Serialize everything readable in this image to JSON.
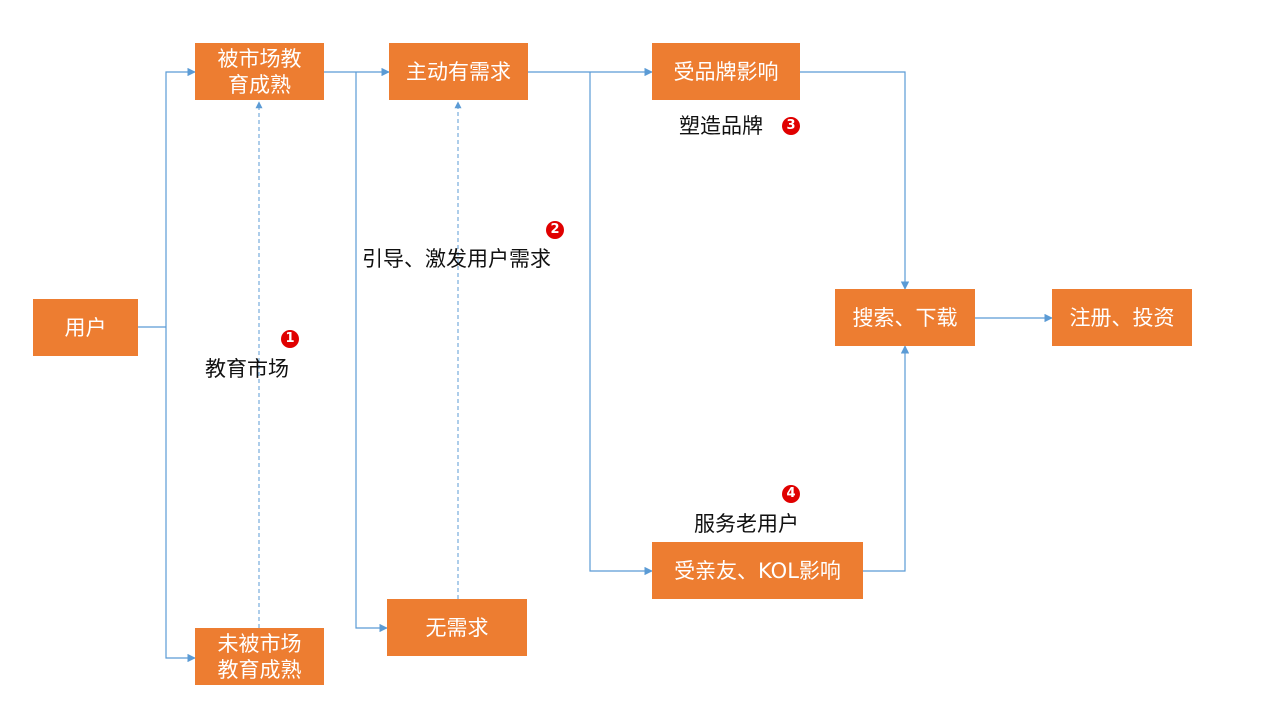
{
  "colors": {
    "node_fill": "#ED7D31",
    "node_text": "#FFFFFF",
    "connector": "#5B9BD5",
    "badge": "#E00000"
  },
  "nodes": {
    "user": "用户",
    "market_educated": "被市场教\n育成熟",
    "market_uneducated": "未被市场\n教育成熟",
    "active_demand": "主动有需求",
    "no_demand": "无需求",
    "brand_influence": "受品牌影响",
    "kol_influence": "受亲友、KOL影响",
    "search_download": "搜索、下载",
    "register_invest": "注册、投资"
  },
  "annotations": {
    "educate_market": {
      "badge": "1",
      "text": "教育市场"
    },
    "guide_demand": {
      "badge": "2",
      "text": "引导、激发用户需求"
    },
    "build_brand": {
      "badge": "3",
      "text": "塑造品牌"
    },
    "serve_users": {
      "badge": "4",
      "text": "服务老用户"
    }
  }
}
